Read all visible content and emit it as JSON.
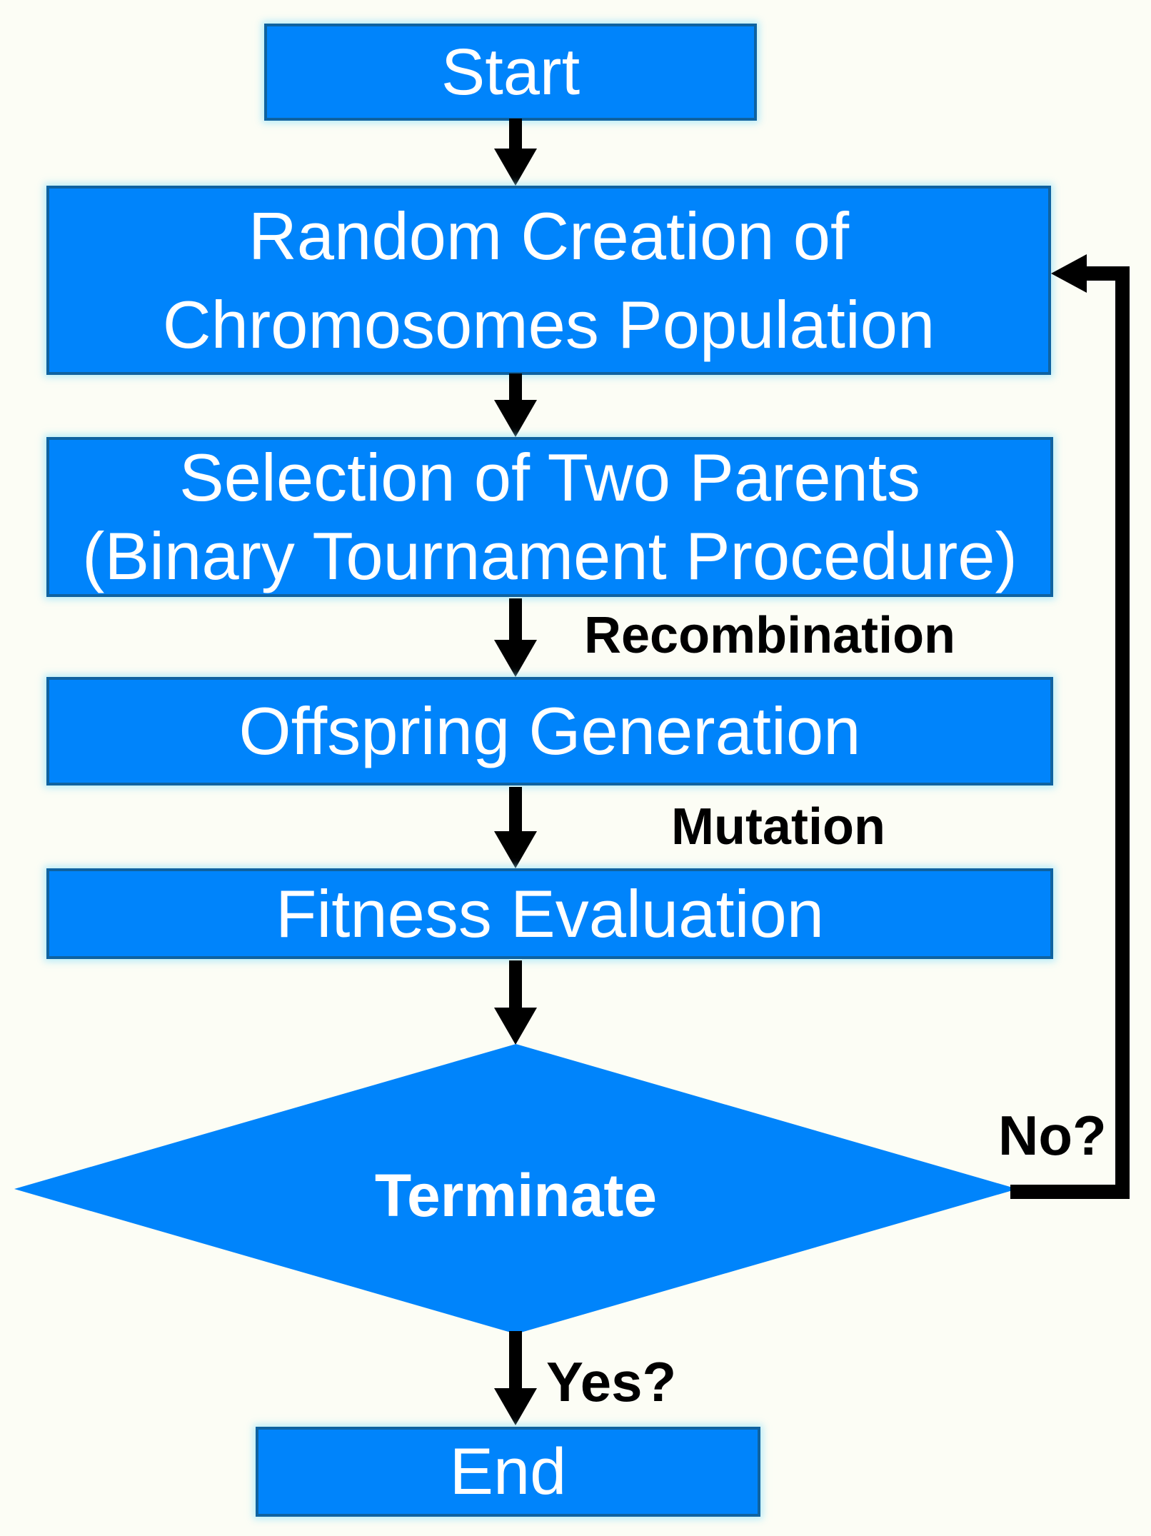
{
  "colors": {
    "node_fill": "#0084fb",
    "node_border": "#0f62a0",
    "node_text": "#ffffff",
    "connector": "#000000",
    "edge_label_text": "#000000",
    "background": "#fcfdf5"
  },
  "nodes": {
    "start": {
      "label": "Start"
    },
    "random_creation": {
      "line1": "Random Creation of",
      "line2": "Chromosomes Population"
    },
    "selection": {
      "line1": "Selection of Two Parents",
      "line2": "(Binary Tournament Procedure)"
    },
    "offspring": {
      "label": "Offspring Generation"
    },
    "fitness": {
      "label": "Fitness Evaluation"
    },
    "terminate": {
      "label": "Terminate"
    },
    "end": {
      "label": "End"
    }
  },
  "edge_labels": {
    "recombination": "Recombination",
    "mutation": "Mutation",
    "no": "No?",
    "yes": "Yes?"
  }
}
